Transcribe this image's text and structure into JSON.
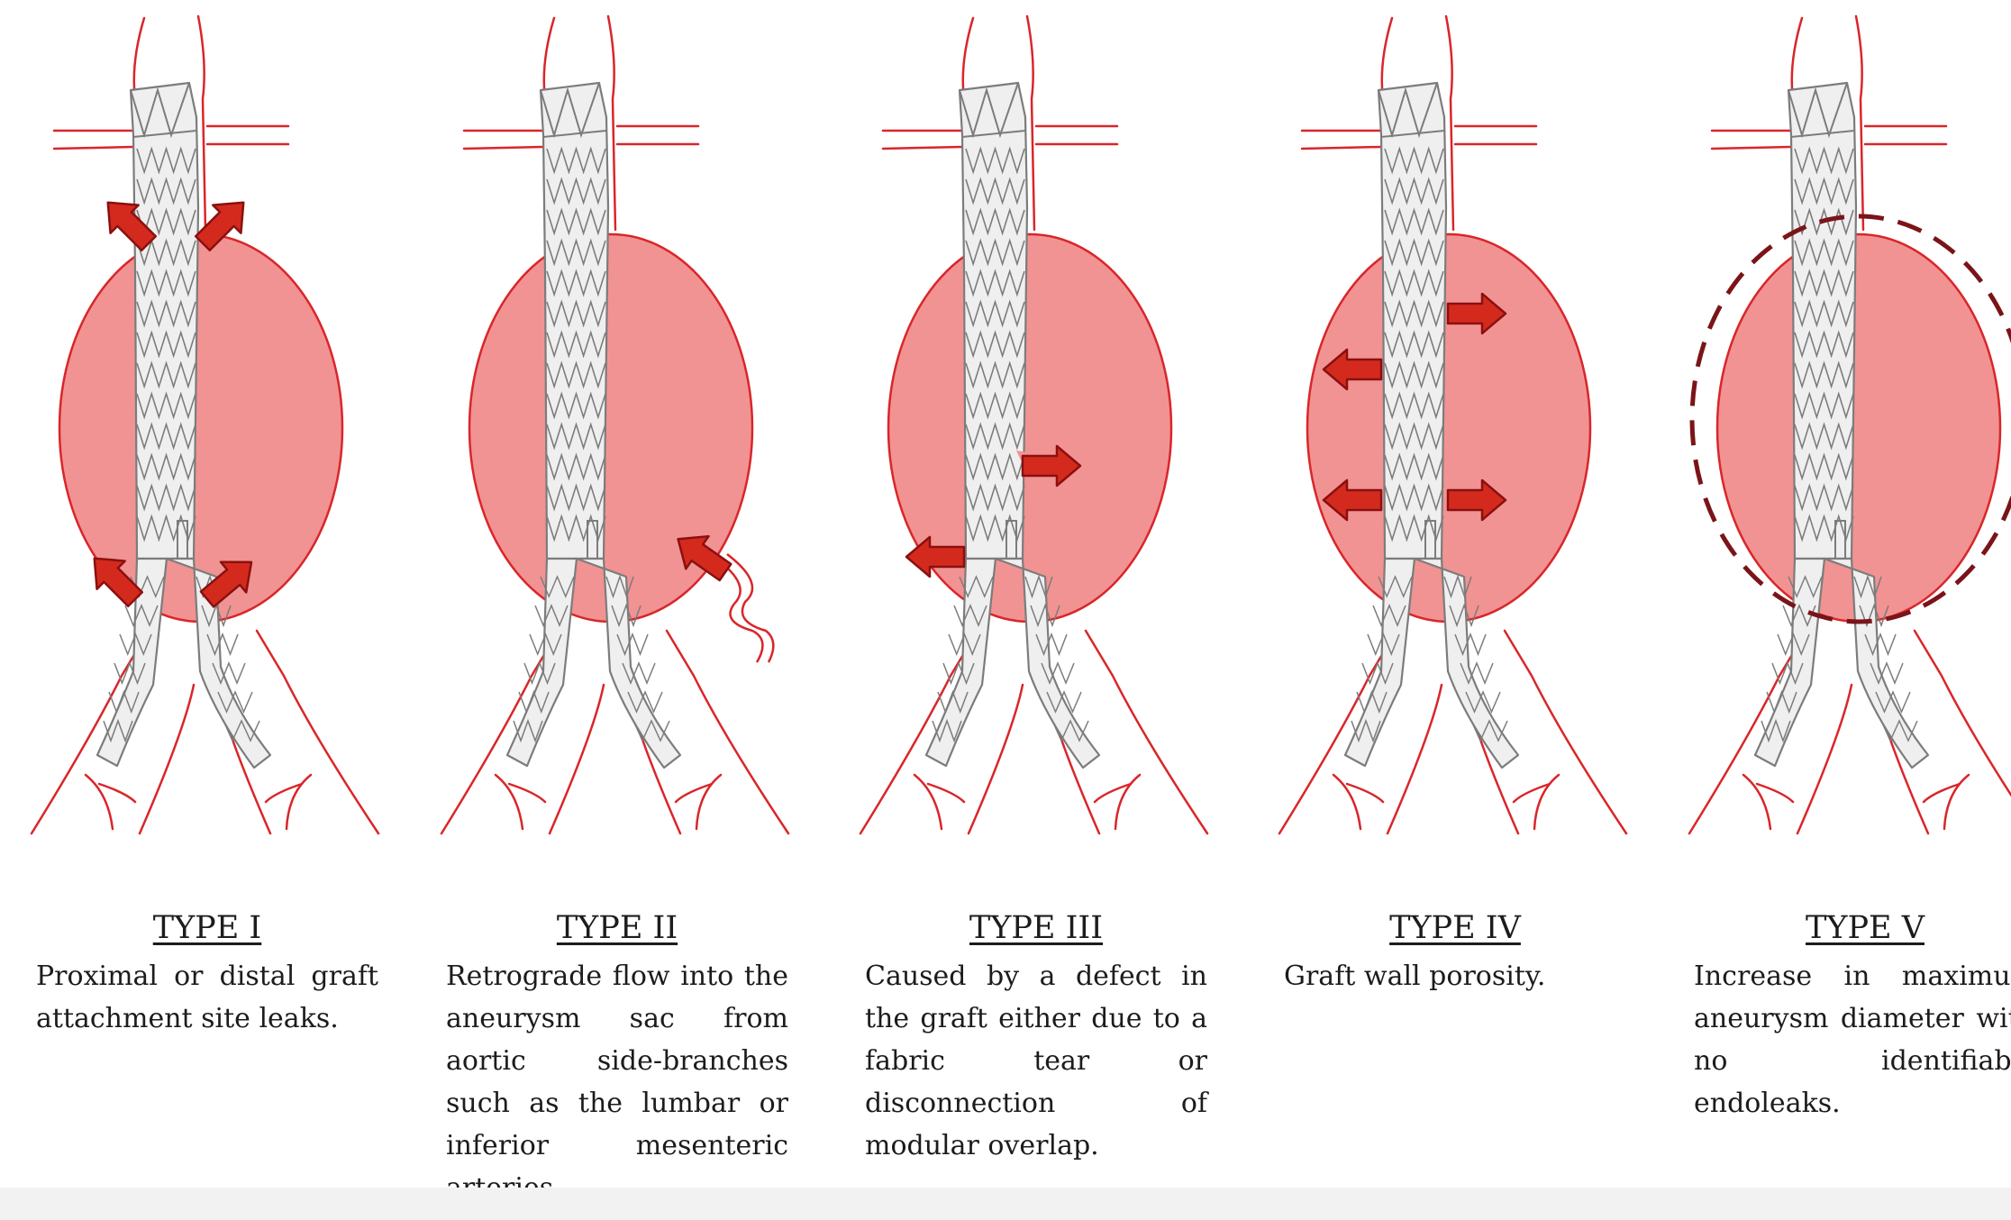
{
  "colors": {
    "sac_fill": "#f19392",
    "vessel": "#d9262a",
    "arrow_fill": "#d42a1d",
    "arrow_stroke": "#8a1010",
    "stent_fill": "#efefef",
    "stent_stroke": "#7c7c7c",
    "dashed_outline": "#7a1418"
  },
  "panels": [
    {
      "id": "type-1",
      "title": "TYPE I",
      "description": "Proximal or distal graft attachment site leaks."
    },
    {
      "id": "type-2",
      "title": "TYPE II",
      "description": "Retrograde flow into the aneurysm sac from aortic side-branches such as the lumbar or inferior mesenteric arteries."
    },
    {
      "id": "type-3",
      "title": "TYPE III",
      "description": "Caused by a defect in the graft either due to a fabric tear or disconnection of modular overlap."
    },
    {
      "id": "type-4",
      "title": "TYPE IV",
      "description": "Graft wall porosity."
    },
    {
      "id": "type-5",
      "title": "TYPE V",
      "description": "Increase in maximum aneurysm diameter with no identifiable endoleaks."
    }
  ]
}
